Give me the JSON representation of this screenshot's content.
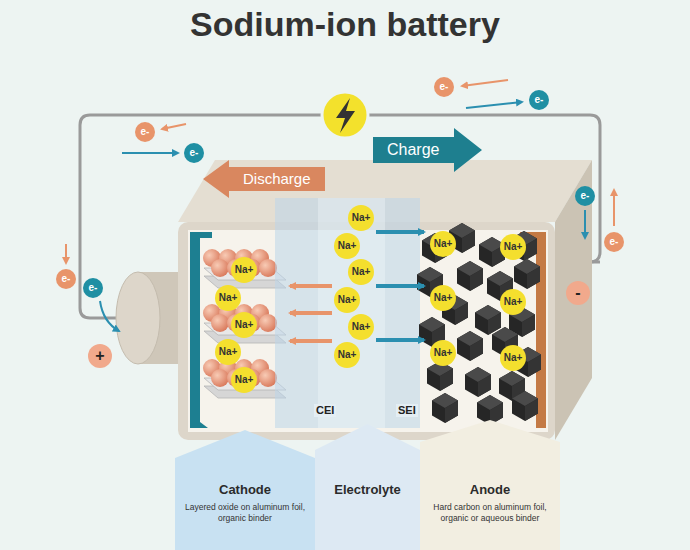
{
  "diagram": {
    "title": "Sodium-ion battery",
    "nodes": [
      {
        "text": [
          "e-"
        ]
      },
      {
        "text": [
          "e-"
        ]
      },
      {
        "text": [
          "e-"
        ]
      },
      {
        "text": [
          "e-"
        ]
      },
      {
        "text": [
          "Charge"
        ]
      },
      {
        "text": [
          "Discharge"
        ]
      },
      {
        "text": [
          "e-"
        ]
      },
      {
        "text": [
          "e-"
        ]
      },
      {
        "text": [
          "e-"
        ]
      },
      {
        "text": [
          "e-"
        ]
      },
      {
        "text": [
          "+"
        ]
      },
      {
        "text": [
          "-"
        ]
      },
      {
        "text": [
          "Na+"
        ]
      },
      {
        "text": [
          "Na+"
        ]
      },
      {
        "text": [
          "Na+"
        ]
      },
      {
        "text": [
          "Na+"
        ]
      },
      {
        "text": [
          "Na+"
        ]
      },
      {
        "text": [
          "Na+"
        ]
      },
      {
        "text": [
          "Na+"
        ]
      },
      {
        "text": [
          "Na+"
        ]
      },
      {
        "text": [
          "Na+"
        ]
      },
      {
        "text": [
          "Na+"
        ]
      },
      {
        "text": [
          "Na+"
        ]
      },
      {
        "text": [
          "Na+"
        ]
      },
      {
        "text": [
          "Na+"
        ]
      },
      {
        "text": [
          "Na+"
        ]
      },
      {
        "text": [
          "Na+"
        ]
      },
      {
        "text": [
          "Na+"
        ]
      },
      {
        "text": [
          "Na+"
        ]
      },
      {
        "text": [
          "Cathode",
          "Layered oxide on aluminum foil, organic binder"
        ]
      },
      {
        "text": [
          "Electrolyte"
        ]
      },
      {
        "text": [
          "Anode",
          "Hard carbon on aluminum foil, organic or aqueous binder"
        ]
      }
    ],
    "labels": [
      "CEI",
      "SEI"
    ]
  }
}
